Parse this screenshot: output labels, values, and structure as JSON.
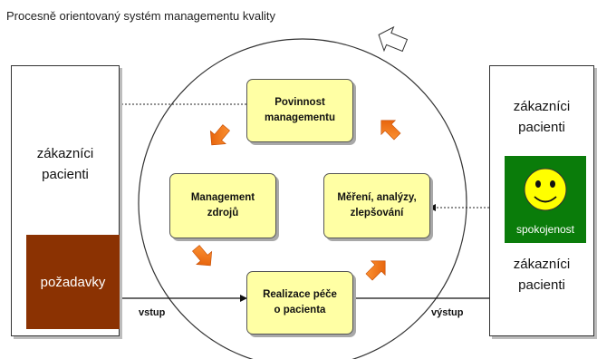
{
  "title": "Procesně orientovaný systém managementu kvality",
  "left_box": {
    "label_line1": "zákazníci",
    "label_line2": "pacienti"
  },
  "requirements": {
    "label": "požadavky"
  },
  "right_box": {
    "top_line1": "zákazníci",
    "top_line2": "pacienti",
    "bottom_line1": "zákazníci",
    "bottom_line2": "pacienti"
  },
  "satisfaction": {
    "label": "spokojenost",
    "icon": "smiley-face-icon",
    "color": "#0a7c0a",
    "face_color": "#ffff00"
  },
  "processes": {
    "management": "Povinnost\nmanagementu",
    "resources": "Management\nzdrojů",
    "measurement": "Měření, analýzy,\nzlepšování",
    "realization": "Realizace péče\no pacienta"
  },
  "flows": {
    "input": "vstup",
    "output": "výstup"
  },
  "colors": {
    "process_fill": "#ffffa4",
    "cycle_arrow": "#f06a10",
    "requirements_fill": "#8b3202"
  }
}
